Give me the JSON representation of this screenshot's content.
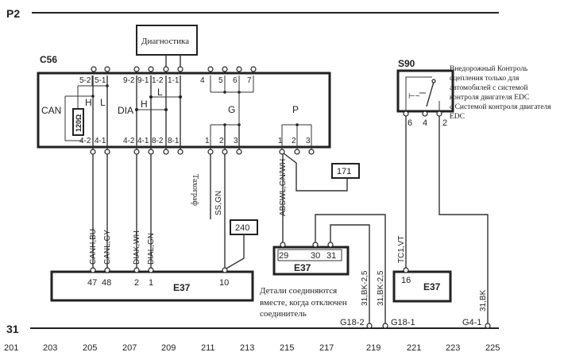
{
  "rails": {
    "top_label": "P2",
    "bottom_label": "31"
  },
  "diagnostics_box": {
    "label": "Диагностика"
  },
  "c56": {
    "label": "C56",
    "groups": {
      "can": "CAN",
      "can_h": "H",
      "can_l": "L",
      "resistor": "120Ω",
      "dia": "DIA",
      "dia_h": "H",
      "dia_l": "L",
      "g": "G",
      "p": "P"
    },
    "top_pins": [
      "5-2",
      "5-1",
      "9-2",
      "9-1",
      "1-2",
      "1-1",
      "4",
      "5",
      "6",
      "7"
    ],
    "bottom_pins": [
      "4-2",
      "4-1",
      "4-2",
      "4-1",
      "8-2",
      "8-1",
      "1",
      "2",
      "3",
      "1",
      "2",
      "3"
    ]
  },
  "s90": {
    "label": "S90",
    "pins": [
      "6",
      "4",
      "2"
    ],
    "note_lines": [
      "Внедорожный Контроль",
      "сцепления только для",
      "автомобилей с системой",
      "контроля двигателя EDC",
      "с Системой контроля двигателя",
      "EDC"
    ]
  },
  "wires": {
    "canh": "CANH,BU",
    "canl": "CANL,GY",
    "diak": "DIAK,WH",
    "dial": "DIAL,GN",
    "tacho": "Тахограф",
    "ss": "SS,GN",
    "abswl": "ABSWL,GN/WH",
    "bk1": "31,BK-2,5",
    "bk2": "31,BK-2,5",
    "tc1": "TC1,VT",
    "bk3": "31,BK"
  },
  "refs": {
    "ref240": "240",
    "ref171": "171"
  },
  "e37_main": {
    "label": "E37",
    "pins": [
      "47",
      "48",
      "2",
      "1",
      "10"
    ]
  },
  "e37_mid": {
    "label": "E37",
    "pins": [
      "29",
      "30",
      "31"
    ]
  },
  "e37_right": {
    "label": "E37",
    "pins": [
      "16"
    ]
  },
  "connector_note": [
    "Детали соединяются",
    "вместе, когда отключен",
    "соединитель"
  ],
  "ground_points": [
    "G18-2",
    "G18-1",
    "G4-1"
  ],
  "grid_numbers": [
    "201",
    "203",
    "205",
    "207",
    "209",
    "211",
    "213",
    "215",
    "217",
    "219",
    "221",
    "223",
    "225"
  ]
}
